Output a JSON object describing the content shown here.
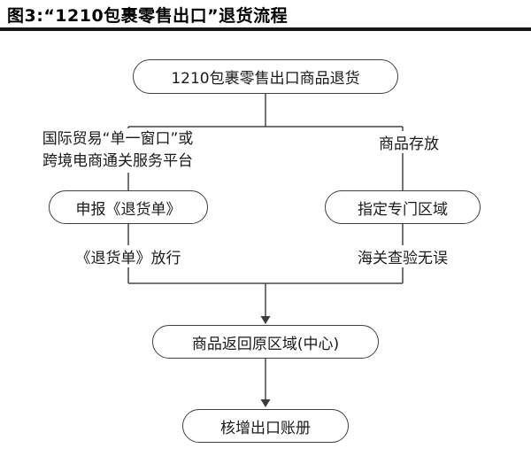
{
  "figure": {
    "title": "图3:“1210包裹零售出口”退货流程"
  },
  "flowchart": {
    "nodes": {
      "start": {
        "label": "1210包裹零售出口商品退货"
      },
      "declare": {
        "label": "申报《退货单》"
      },
      "storage_area": {
        "label": "指定专门区域"
      },
      "return_area": {
        "label": "商品返回原区域(中心)"
      },
      "export_ledger": {
        "label": "核增出口账册"
      }
    },
    "edge_labels": {
      "left_channel_line1": "国际贸易“单一窗口”或",
      "left_channel_line2": "跨境电商通关服务平台",
      "right_channel": "商品存放",
      "left_condition": "《退货单》放行",
      "right_condition": "海关查验无误"
    }
  }
}
